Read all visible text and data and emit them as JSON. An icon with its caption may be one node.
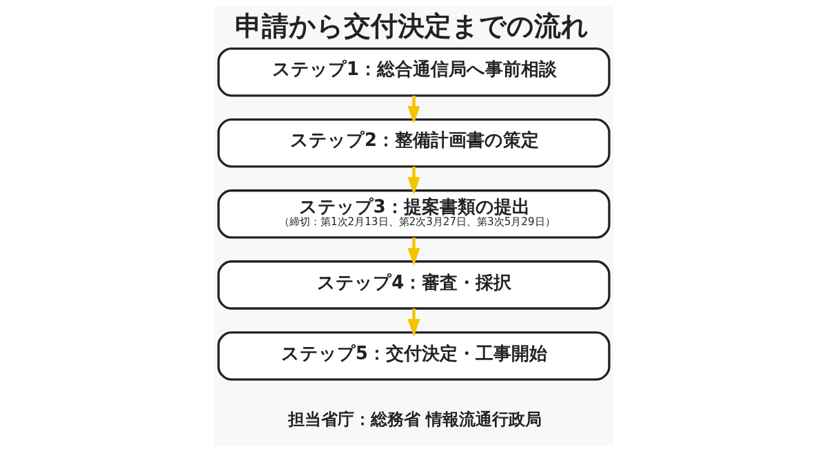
{
  "diagram": {
    "title": "申請から交付決定までの流れ",
    "nodes": [
      {
        "text": [
          "ステップ1：総合通信局へ事前相談"
        ]
      },
      {
        "text": [
          "ステップ2：整備計画書の策定"
        ]
      },
      {
        "text": [
          "ステップ3：提案書類の提出",
          "（締切：第1次2月13日、第2次3月27日、第3次5月29日）"
        ]
      },
      {
        "text": [
          "ステップ4：審査・採択"
        ]
      },
      {
        "text": [
          "ステップ5：交付決定・工事開始"
        ]
      }
    ],
    "edges": [
      {
        "from": 0,
        "to": 1,
        "arrow": "to"
      },
      {
        "from": 1,
        "to": 2,
        "arrow": "to"
      },
      {
        "from": 2,
        "to": 3,
        "arrow": "to"
      },
      {
        "from": 3,
        "to": 4,
        "arrow": "to"
      }
    ],
    "labels": [
      "担当省庁：総務省 情報流通行政局"
    ]
  }
}
